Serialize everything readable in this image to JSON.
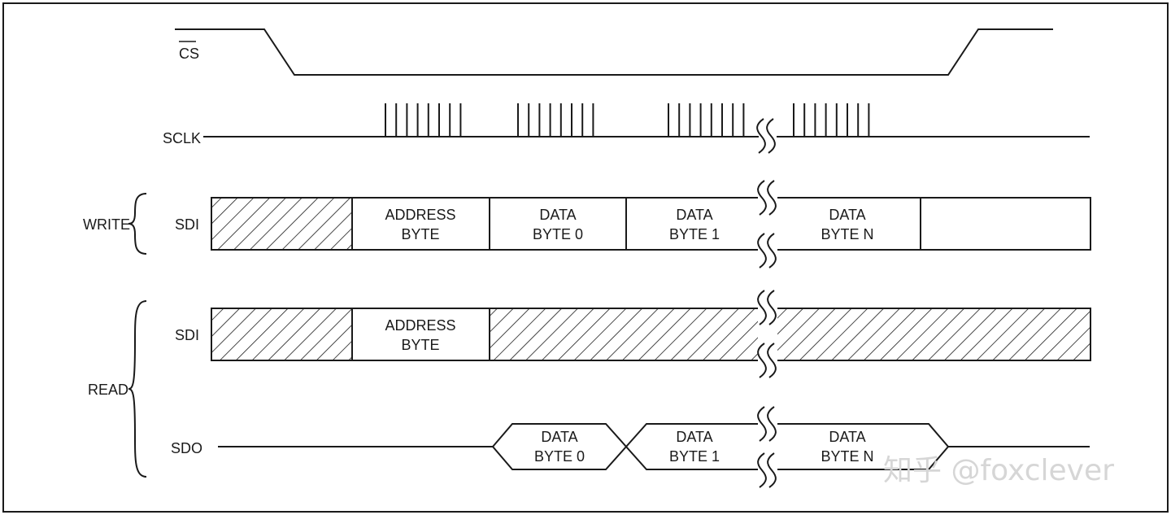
{
  "signals": {
    "cs": "CS",
    "sclk": "SCLK",
    "write_sdi": "SDI",
    "read_sdi": "SDI",
    "sdo": "SDO"
  },
  "groups": {
    "write": "WRITE",
    "read": "READ"
  },
  "write_sdi": {
    "address": [
      "ADDRESS",
      "BYTE"
    ],
    "data0": [
      "DATA",
      "BYTE 0"
    ],
    "data1": [
      "DATA",
      "BYTE 1"
    ],
    "dataN": [
      "DATA",
      "BYTE N"
    ]
  },
  "read_sdi": {
    "address": [
      "ADDRESS",
      "BYTE"
    ]
  },
  "sdo": {
    "data0": [
      "DATA",
      "BYTE 0"
    ],
    "data1": [
      "DATA",
      "BYTE 1"
    ],
    "dataN": [
      "DATA",
      "BYTE N"
    ]
  },
  "watermark": "知乎 @foxclever",
  "colors": {
    "line": "#1a1a1a",
    "watermark": "#d6d6d6"
  }
}
